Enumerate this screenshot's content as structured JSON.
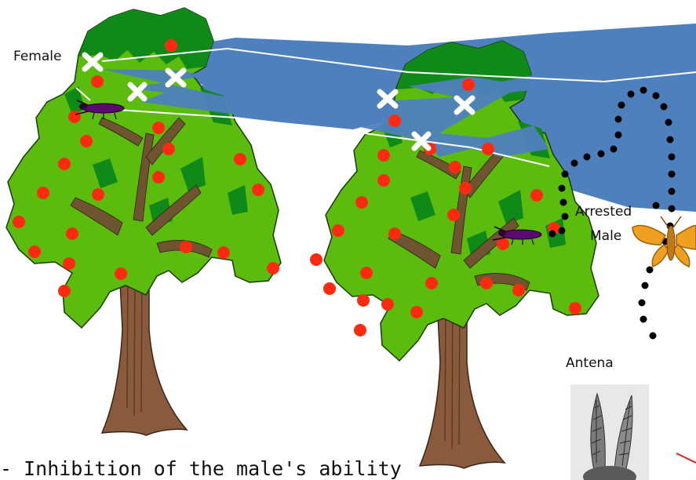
{
  "labels": {
    "female": "Female",
    "arrested": "Arrested",
    "male": "Male",
    "antena": "Antena"
  },
  "caption": "- Inhibition of the male's ability",
  "colors": {
    "foliage_light": "#5cbc0e",
    "foliage_dark": "#108a16",
    "branch": "#6e5430",
    "trunk": "#8a5a3c",
    "fruit": "#ff2a10",
    "plume": "#4e80bd",
    "moth": "#f0a020",
    "dots": "#000000"
  }
}
